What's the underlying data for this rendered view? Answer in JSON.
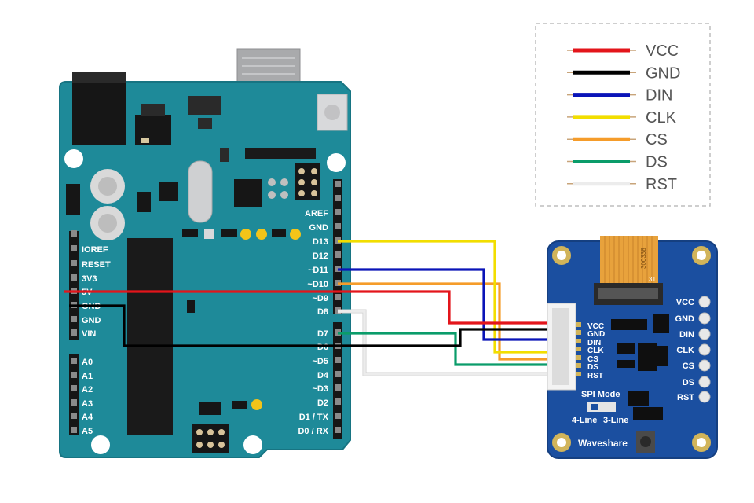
{
  "legend": [
    {
      "label": "VCC",
      "color": "#e3151b"
    },
    {
      "label": "GND",
      "color": "#000000"
    },
    {
      "label": "DIN",
      "color": "#0a14b8"
    },
    {
      "label": "CLK",
      "color": "#f2de00"
    },
    {
      "label": "CS",
      "color": "#f59c2a"
    },
    {
      "label": "DS",
      "color": "#0a9c6a"
    },
    {
      "label": "RST",
      "color": "#ececec"
    }
  ],
  "arduino": {
    "board_color": "#1e8a99",
    "left_pins": [
      "IOREF",
      "RESET",
      "3V3",
      "5V",
      "GND",
      "GND",
      "VIN",
      "A0",
      "A1",
      "A2",
      "A3",
      "A4",
      "A5"
    ],
    "right_pins": [
      "AREF",
      "GND",
      "D13",
      "D12",
      "~D11",
      "~D10",
      "~D9",
      "D8",
      "D7",
      "~D6",
      "~D5",
      "D4",
      "~D3",
      "D2",
      "D1 / TX",
      "D0 / RX"
    ]
  },
  "module": {
    "board_color": "#1b4fa0",
    "connector_pins": [
      "VCC",
      "GND",
      "DIN",
      "CLK",
      "CS",
      "DS",
      "RST"
    ],
    "side_pins": [
      "VCC",
      "GND",
      "DIN",
      "CLK",
      "CS",
      "DS",
      "RST"
    ],
    "spi_mode_label": "SPI Mode",
    "four_line_label": "4-Line",
    "three_line_label": "3-Line",
    "brand": "Waveshare",
    "ribbon_code": "300338",
    "ribbon_pin": "31"
  }
}
